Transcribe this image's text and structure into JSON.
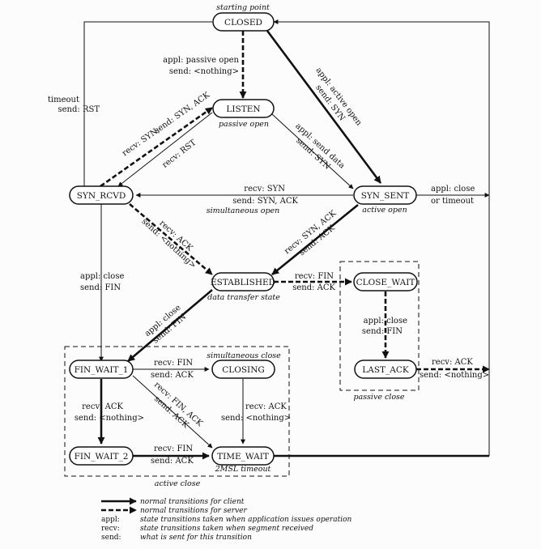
{
  "states": {
    "closed": "CLOSED",
    "listen": "LISTEN",
    "syn_rcvd": "SYN_RCVD",
    "syn_sent": "SYN_SENT",
    "established": "ESTABLISHED",
    "close_wait": "CLOSE_WAIT",
    "last_ack": "LAST_ACK",
    "fin_wait_1": "FIN_WAIT_1",
    "closing": "CLOSING",
    "fin_wait_2": "FIN_WAIT_2",
    "time_wait": "TIME_WAIT"
  },
  "notes": {
    "starting_point": "starting point",
    "passive_open": "passive open",
    "active_open": "active open",
    "simultaneous_open": "simultaneous open",
    "data_transfer_state": "data transfer state",
    "simultaneous_close": "simultaneous close",
    "passive_close": "passive close",
    "active_close": "active close",
    "msl_timeout": "2MSL timeout"
  },
  "labels": {
    "passive_open_1": "appl: passive open",
    "passive_open_2": "send: <nothing>",
    "active_open_1": "appl: active open",
    "active_open_2": "send: SYN",
    "timeout_1": "timeout",
    "timeout_2": "send: RST",
    "listen_syn_1": "recv: SYN;",
    "listen_syn_2": "send: SYN, ACK",
    "recv_rst": "recv: RST",
    "send_data_1": "appl: send data",
    "send_data_2": "send: SYN",
    "sim_open_1": "recv: SYN",
    "sim_open_2": "send: SYN, ACK",
    "close_timeout_1": "appl: close",
    "close_timeout_2": "or timeout",
    "rcvd_ack_1": "recv: ACK",
    "rcvd_ack_2": "send: <nothing>",
    "synack_1": "recv: SYN, ACK",
    "synack_2": "send: ACK",
    "rcvd_close_1": "appl: close",
    "rcvd_close_2": "send: FIN",
    "est_fin_1": "recv: FIN",
    "est_fin_2": "send: ACK",
    "est_close_1": "appl: close",
    "est_close_2": "send: FIN",
    "cw_close_1": "appl: close",
    "cw_close_2": "send: FIN",
    "la_ack_1": "recv: ACK",
    "la_ack_2": "send: <nothing>",
    "fw1_fin_1": "recv: FIN",
    "fw1_fin_2": "send: ACK",
    "fw1_ack_1": "recv: ACK",
    "fw1_ack_2": "send: <nothing>",
    "fw1_finack_1": "recv: FIN, ACK",
    "fw1_finack_2": "send: ACK",
    "closing_ack_1": "recv: ACK",
    "closing_ack_2": "send: <nothing>",
    "fw2_fin_1": "recv: FIN",
    "fw2_fin_2": "send: ACK"
  },
  "legend": {
    "client": "normal transitions for client",
    "server": "normal transitions for server",
    "appl_key": "appl:",
    "appl_desc": "state transitions taken when application issues operation",
    "recv_key": "recv:",
    "recv_desc": "state transitions taken when segment received",
    "send_key": "send:",
    "send_desc": "what is sent for this transition"
  }
}
